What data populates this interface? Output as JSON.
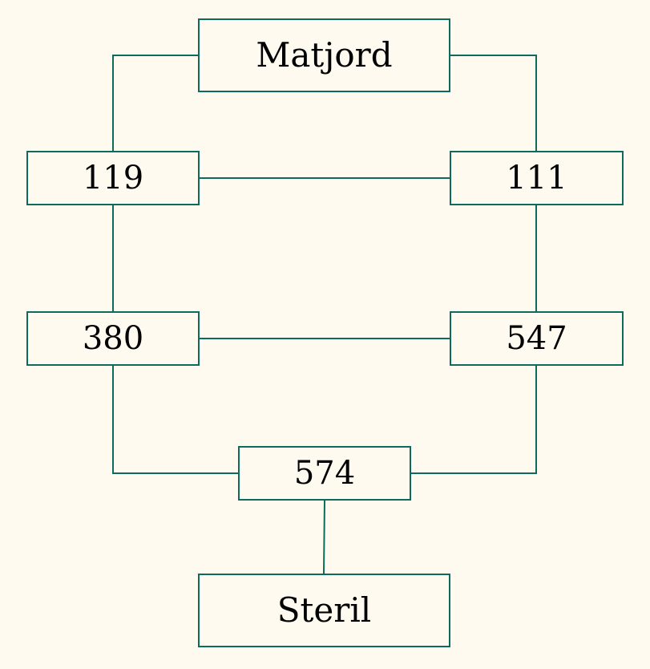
{
  "diagram": {
    "nodes": {
      "matjord": "Matjord",
      "n119": "119",
      "n111": "111",
      "n380": "380",
      "n547": "547",
      "n574": "574",
      "steril": "Steril"
    },
    "edges": [
      [
        "Matjord",
        "119"
      ],
      [
        "Matjord",
        "111"
      ],
      [
        "119",
        "111"
      ],
      [
        "119",
        "380"
      ],
      [
        "111",
        "547"
      ],
      [
        "380",
        "547"
      ],
      [
        "380",
        "574"
      ],
      [
        "547",
        "574"
      ],
      [
        "574",
        "Steril"
      ]
    ],
    "colors": {
      "line": "#0d6b5e",
      "background": "#fefaef",
      "text": "#000000"
    }
  }
}
